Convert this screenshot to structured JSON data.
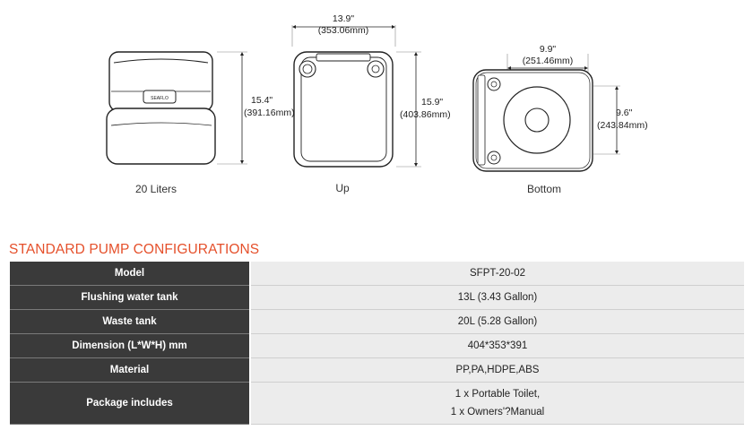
{
  "diagrams": {
    "side": {
      "caption": "20 Liters",
      "brand_mark": "SEAFLO",
      "height_in": "15.4\"",
      "height_mm": "(391.16mm)"
    },
    "up": {
      "caption": "Up",
      "width_in": "13.9\"",
      "width_mm": "(353.06mm)",
      "depth_in": "15.9\"",
      "depth_mm": "(403.86mm)"
    },
    "bottom": {
      "caption": "Bottom",
      "width_in": "9.9\"",
      "width_mm": "(251.46mm)",
      "height_in": "9.6\"",
      "height_mm": "(243.84mm)"
    }
  },
  "section_title": "STANDARD PUMP CONFIGURATIONS",
  "specs": [
    {
      "label": "Model",
      "value_lines": [
        "SFPT-20-02"
      ]
    },
    {
      "label": "Flushing water tank",
      "value_lines": [
        "13L (3.43 Gallon)"
      ]
    },
    {
      "label": "Waste tank",
      "value_lines": [
        "20L (5.28 Gallon)"
      ]
    },
    {
      "label": "Dimension (L*W*H) mm",
      "value_lines": [
        "404*353*391"
      ]
    },
    {
      "label": "Material",
      "value_lines": [
        "PP,PA,HDPE,ABS"
      ]
    },
    {
      "label": "Package includes",
      "value_lines": [
        "1 x Portable Toilet,",
        "1 x Owners'?Manual"
      ]
    }
  ],
  "colors": {
    "accent": "#e5502b",
    "label_bg": "#3a3a3a",
    "value_bg": "#ececec"
  }
}
